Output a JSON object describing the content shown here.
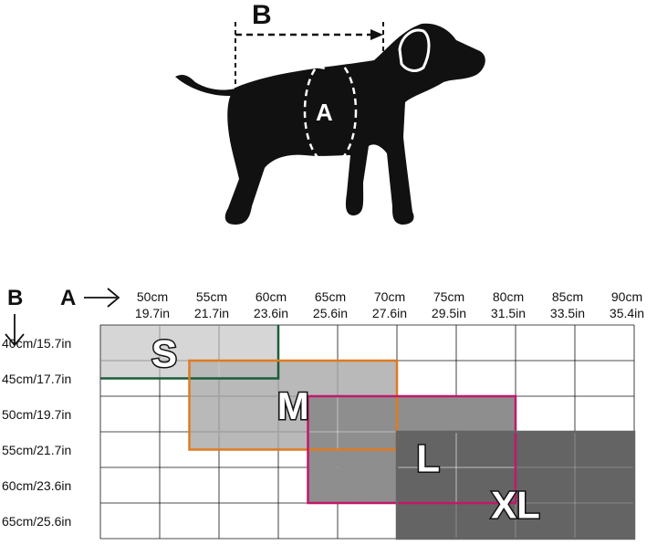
{
  "illustration": {
    "measure_b_label": "B",
    "measure_a_label": "A"
  },
  "chart": {
    "axis_a_label": "A",
    "axis_b_label": "B",
    "columns": [
      {
        "cm": "50cm",
        "in": "19.7in"
      },
      {
        "cm": "55cm",
        "in": "21.7in"
      },
      {
        "cm": "60cm",
        "in": "23.6in"
      },
      {
        "cm": "65cm",
        "in": "25.6in"
      },
      {
        "cm": "70cm",
        "in": "27.6in"
      },
      {
        "cm": "75cm",
        "in": "29.5in"
      },
      {
        "cm": "80cm",
        "in": "31.5in"
      },
      {
        "cm": "85cm",
        "in": "33.5in"
      },
      {
        "cm": "90cm",
        "in": "35.4in"
      }
    ],
    "rows": [
      "40cm/15.7in",
      "45cm/17.7in",
      "50cm/19.7in",
      "55cm/21.7in",
      "60cm/23.6in",
      "65cm/25.6in"
    ],
    "sizes": [
      {
        "label": "S",
        "fill": "#d6d6d6",
        "border": "#1a5c3a",
        "col_start": 0,
        "col_end": 3,
        "row_start": 0,
        "row_end": 1.5
      },
      {
        "label": "M",
        "fill": "#b9b9b9",
        "border": "#e07a1f",
        "col_start": 1.5,
        "col_end": 5,
        "row_start": 1,
        "row_end": 3.5
      },
      {
        "label": "L",
        "fill": "#8e8e8e",
        "border": "#c2186b",
        "col_start": 3.5,
        "col_end": 7,
        "row_start": 2,
        "row_end": 5
      },
      {
        "label": "XL",
        "fill": "#646464",
        "border": "#646464",
        "col_start": 5,
        "col_end": 9,
        "row_start": 3,
        "row_end": 6
      }
    ]
  }
}
